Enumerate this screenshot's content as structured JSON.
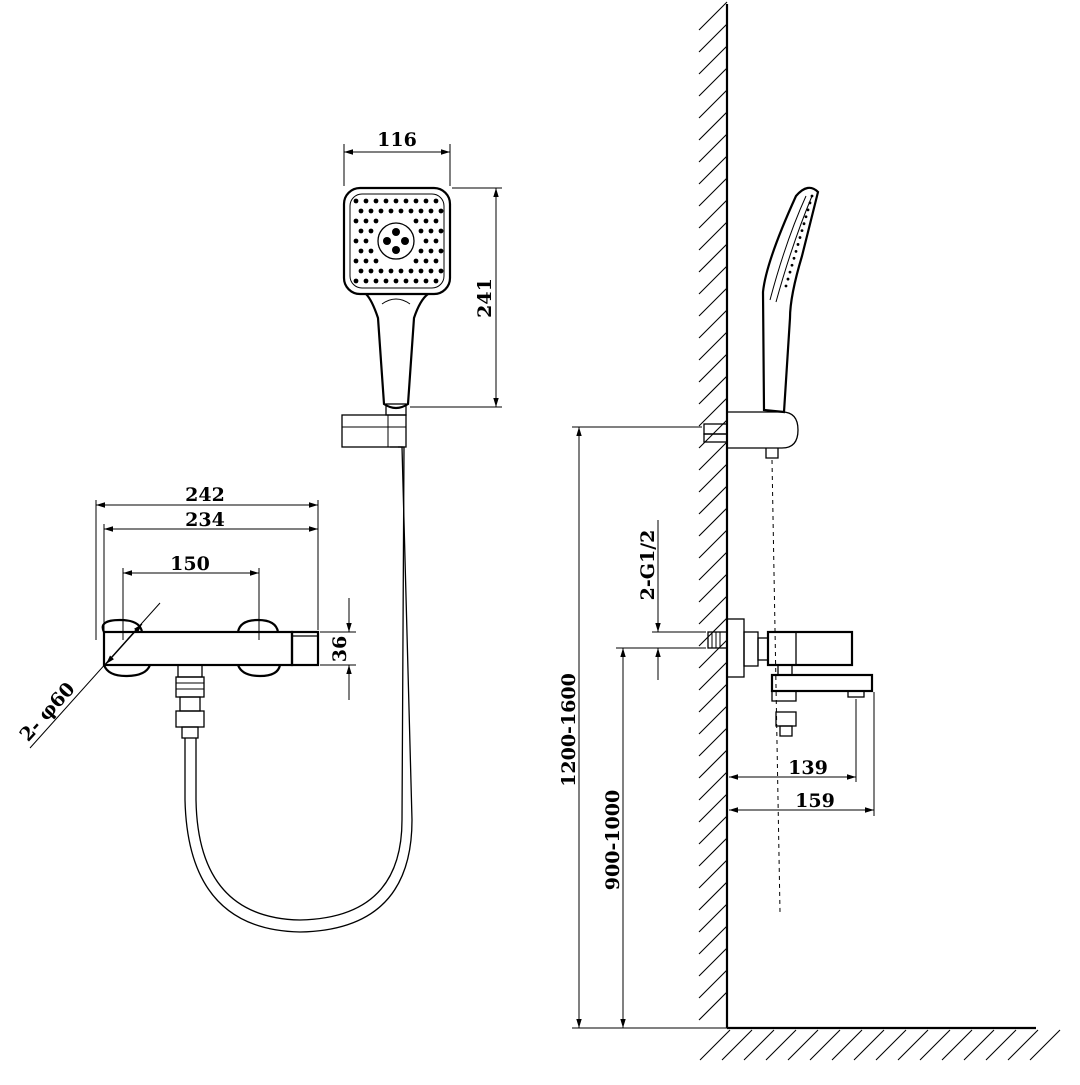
{
  "dimensions": {
    "showerhead_width": "116",
    "showerhead_height": "241",
    "overall_length_a": "242",
    "overall_length_b": "234",
    "inlet_spacing": "150",
    "body_height": "36",
    "escutcheon_diameter": "2- φ60",
    "inlet_thread": "2-G1/2",
    "holder_height": "1200-1600",
    "mixer_height": "900-1000",
    "spout_reach_a": "139",
    "spout_reach_b": "159"
  },
  "colors": {
    "line": "#000000",
    "background": "#ffffff"
  }
}
